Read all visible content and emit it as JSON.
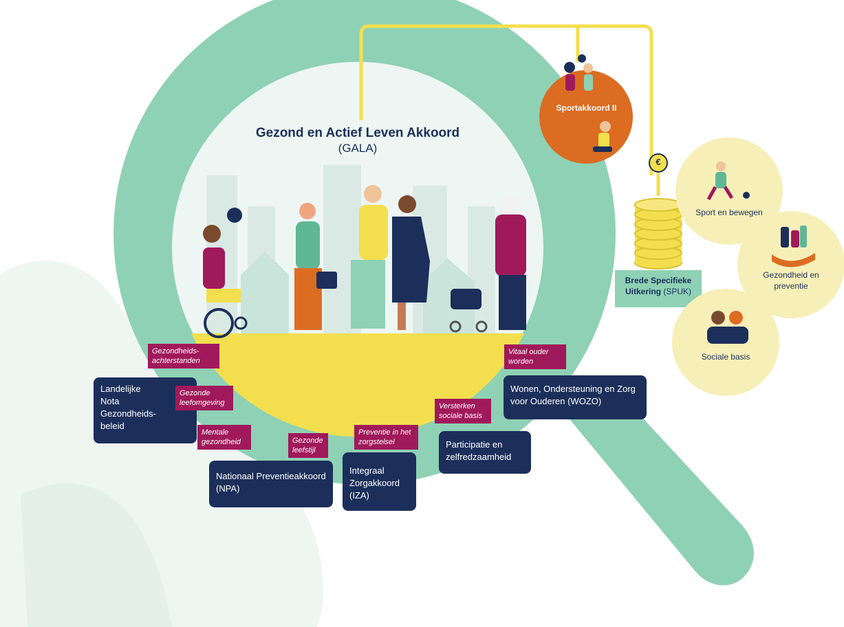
{
  "colors": {
    "ring": "#8fd1b5",
    "ring_light": "#e6f3ee",
    "navy": "#1c2f5a",
    "magenta": "#a0195a",
    "yellow": "#f3df4e",
    "orange": "#dc6c22",
    "cream": "#f7efb8",
    "teal_box": "#8fd1b5"
  },
  "center": {
    "title": "Gezond en Actief Leven Akkoord",
    "subtitle": "(GALA)"
  },
  "sportakkoord": {
    "label": "Sportakkoord II"
  },
  "euro_symbol": "€",
  "spuk": {
    "line1": "Brede Specifieke",
    "line2_bold": "Uitkering",
    "line2_rest": "(SPUK)"
  },
  "outcome_circles": [
    {
      "label": "Sport en bewegen"
    },
    {
      "label": "Gezondheid en preventie"
    },
    {
      "label": "Sociale basis"
    }
  ],
  "policy_boxes": {
    "nota": "Landelijke Nota Gezondheids-beleid",
    "npa": "Nationaal Preventieakkoord (NPA)",
    "iza": "Integraal Zorgakkoord (IZA)",
    "participatie": "Participatie en zelfredzaamheid",
    "wozo": "Wonen, Ondersteuning en Zorg voor Ouderen (WOZO)"
  },
  "theme_tags": {
    "achterstanden": "Gezondheids-achterstanden",
    "leefomgeving": "Gezonde leefomgeving",
    "mentale": "Mentale gezondheid",
    "leefstijl": "Gezonde leefstijl",
    "zorgstelsel": "Preventie in het zorgstelsel",
    "sociale_basis": "Versterken sociale basis",
    "ouder_worden": "Vitaal ouder worden"
  }
}
